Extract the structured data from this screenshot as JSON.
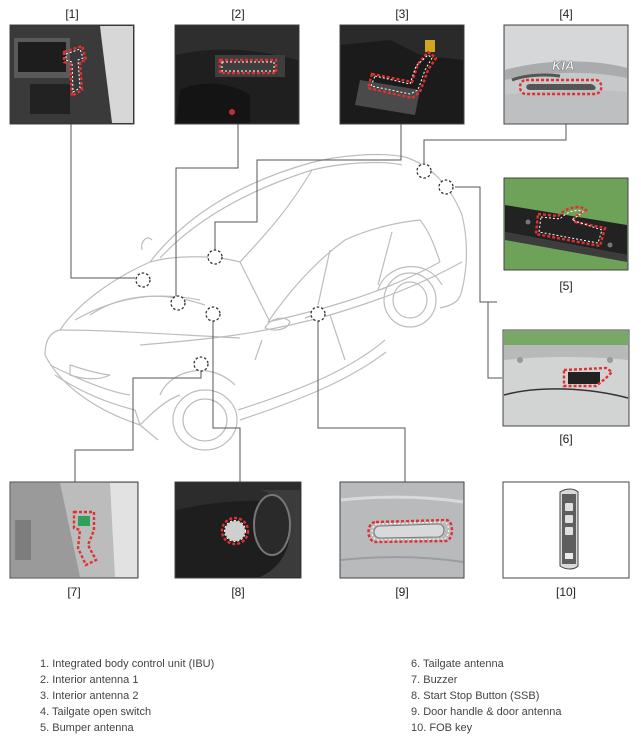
{
  "panels": [
    {
      "label": "[1]"
    },
    {
      "label": "[2]"
    },
    {
      "label": "[3]"
    },
    {
      "label": "[4]"
    },
    {
      "label": "[5]"
    },
    {
      "label": "[6]"
    },
    {
      "label": "[7]"
    },
    {
      "label": "[8]"
    },
    {
      "label": "[9]"
    },
    {
      "label": "[10]"
    }
  ],
  "photo_text": {
    "badge": "KIA"
  },
  "legend": {
    "left": [
      "1. Integrated body control unit (IBU)",
      "2. Interior antenna 1",
      "3. Interior antenna 2",
      "4. Tailgate open switch",
      "5. Bumper antenna"
    ],
    "right": [
      "6. Tailgate antenna",
      "7. Buzzer",
      "8. Start Stop Button (SSB)",
      "9. Door handle & door antenna",
      "10. FOB key"
    ]
  },
  "colors": {
    "frame": "#444444",
    "highlight": "#e23030",
    "leader": "#555555",
    "car_line": "#bdbdbd",
    "photo_dark": "#2b2b2b",
    "photo_silver": "#b7b9bb",
    "photo_green": "#7fae6a"
  }
}
